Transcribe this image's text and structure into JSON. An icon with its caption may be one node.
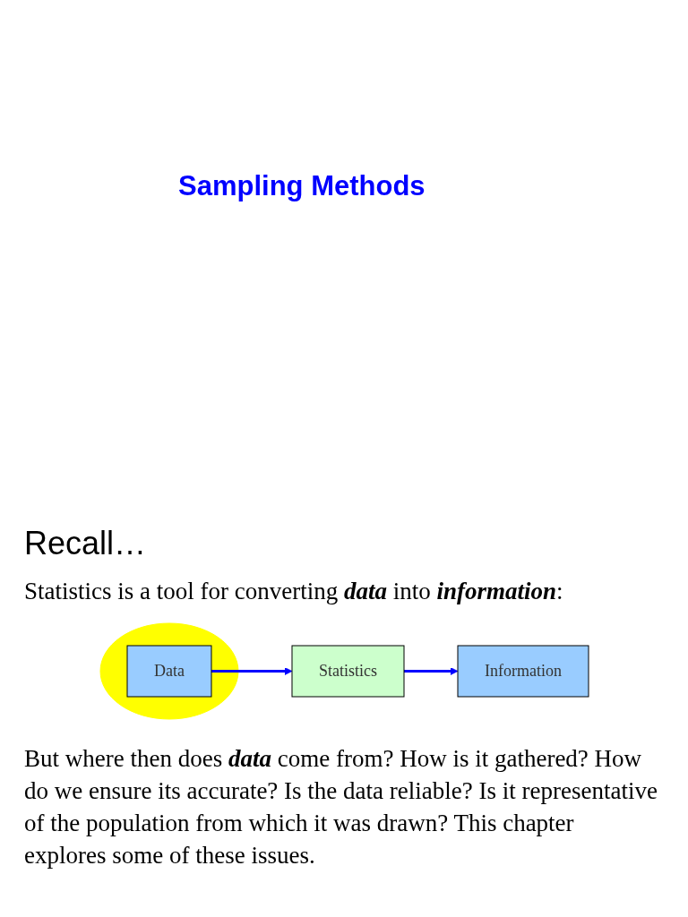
{
  "diagram": {
    "title": "Sampling Methods",
    "nodes": [
      {
        "text": [],
        "shape": "circle"
      },
      {
        "text": [
          "Data"
        ],
        "in": 0
      },
      {
        "text": [
          "Statistics"
        ]
      },
      {
        "text": [
          "Information"
        ]
      }
    ],
    "edges": [
      {
        "from": 1,
        "to": 2,
        "arrow": "to"
      },
      {
        "from": 2,
        "to": 3,
        "arrow": "to"
      }
    ],
    "labels": [
      "Recall…",
      "Statistics is a tool for converting **data** into **information**:",
      "But where then does **data** come from? How is it gathered? How do we ensure its accurate? Is the data reliable? Is it representative of the population from which it was drawn? This chapter explores some of these issues."
    ]
  }
}
